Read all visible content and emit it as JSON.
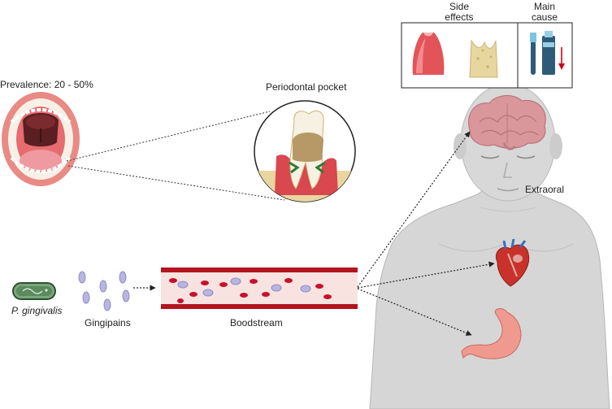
{
  "labels": {
    "prevalence": "Prevalence: 20 - 50%",
    "periodontal_pocket": "Periodontal pocket",
    "side_effects_line1": "Side",
    "side_effects_line2": "effects",
    "main_cause_line1": "Main",
    "main_cause_line2": "cause",
    "extraoral": "Extraoral",
    "p_gingivalis": "P. gingivalis",
    "gingipains": "Gingipains",
    "bloodstream": "Boodstream"
  },
  "colors": {
    "skin": "#d9d9d9",
    "skin_shadow": "#bdbdbd",
    "gum": "#d9474f",
    "lip": "#e98a84",
    "bone": "#e9d9a6",
    "bacterium": "#5a8a5c",
    "gingipain": "#b8b5e0",
    "blood_cell": "#c8102e",
    "vessel_wall": "#b3141f",
    "brain": "#d99a9e",
    "stomach": "#f09a90",
    "heart": "#c8322b",
    "arrow_red": "#d0021b"
  },
  "icons": {
    "mouth": "open-mouth-icon",
    "tooth": "tooth-cross-section-icon",
    "inflamed_gum": "inflamed-gum-icon",
    "bone_loss": "bone-loss-icon",
    "toothbrush": "toothbrush-icon",
    "toothpaste": "toothpaste-icon",
    "down_arrow": "down-arrow-icon",
    "bacterium": "bacterium-icon",
    "body": "human-body-icon",
    "brain": "brain-icon",
    "heart": "heart-icon",
    "stomach": "stomach-icon"
  }
}
